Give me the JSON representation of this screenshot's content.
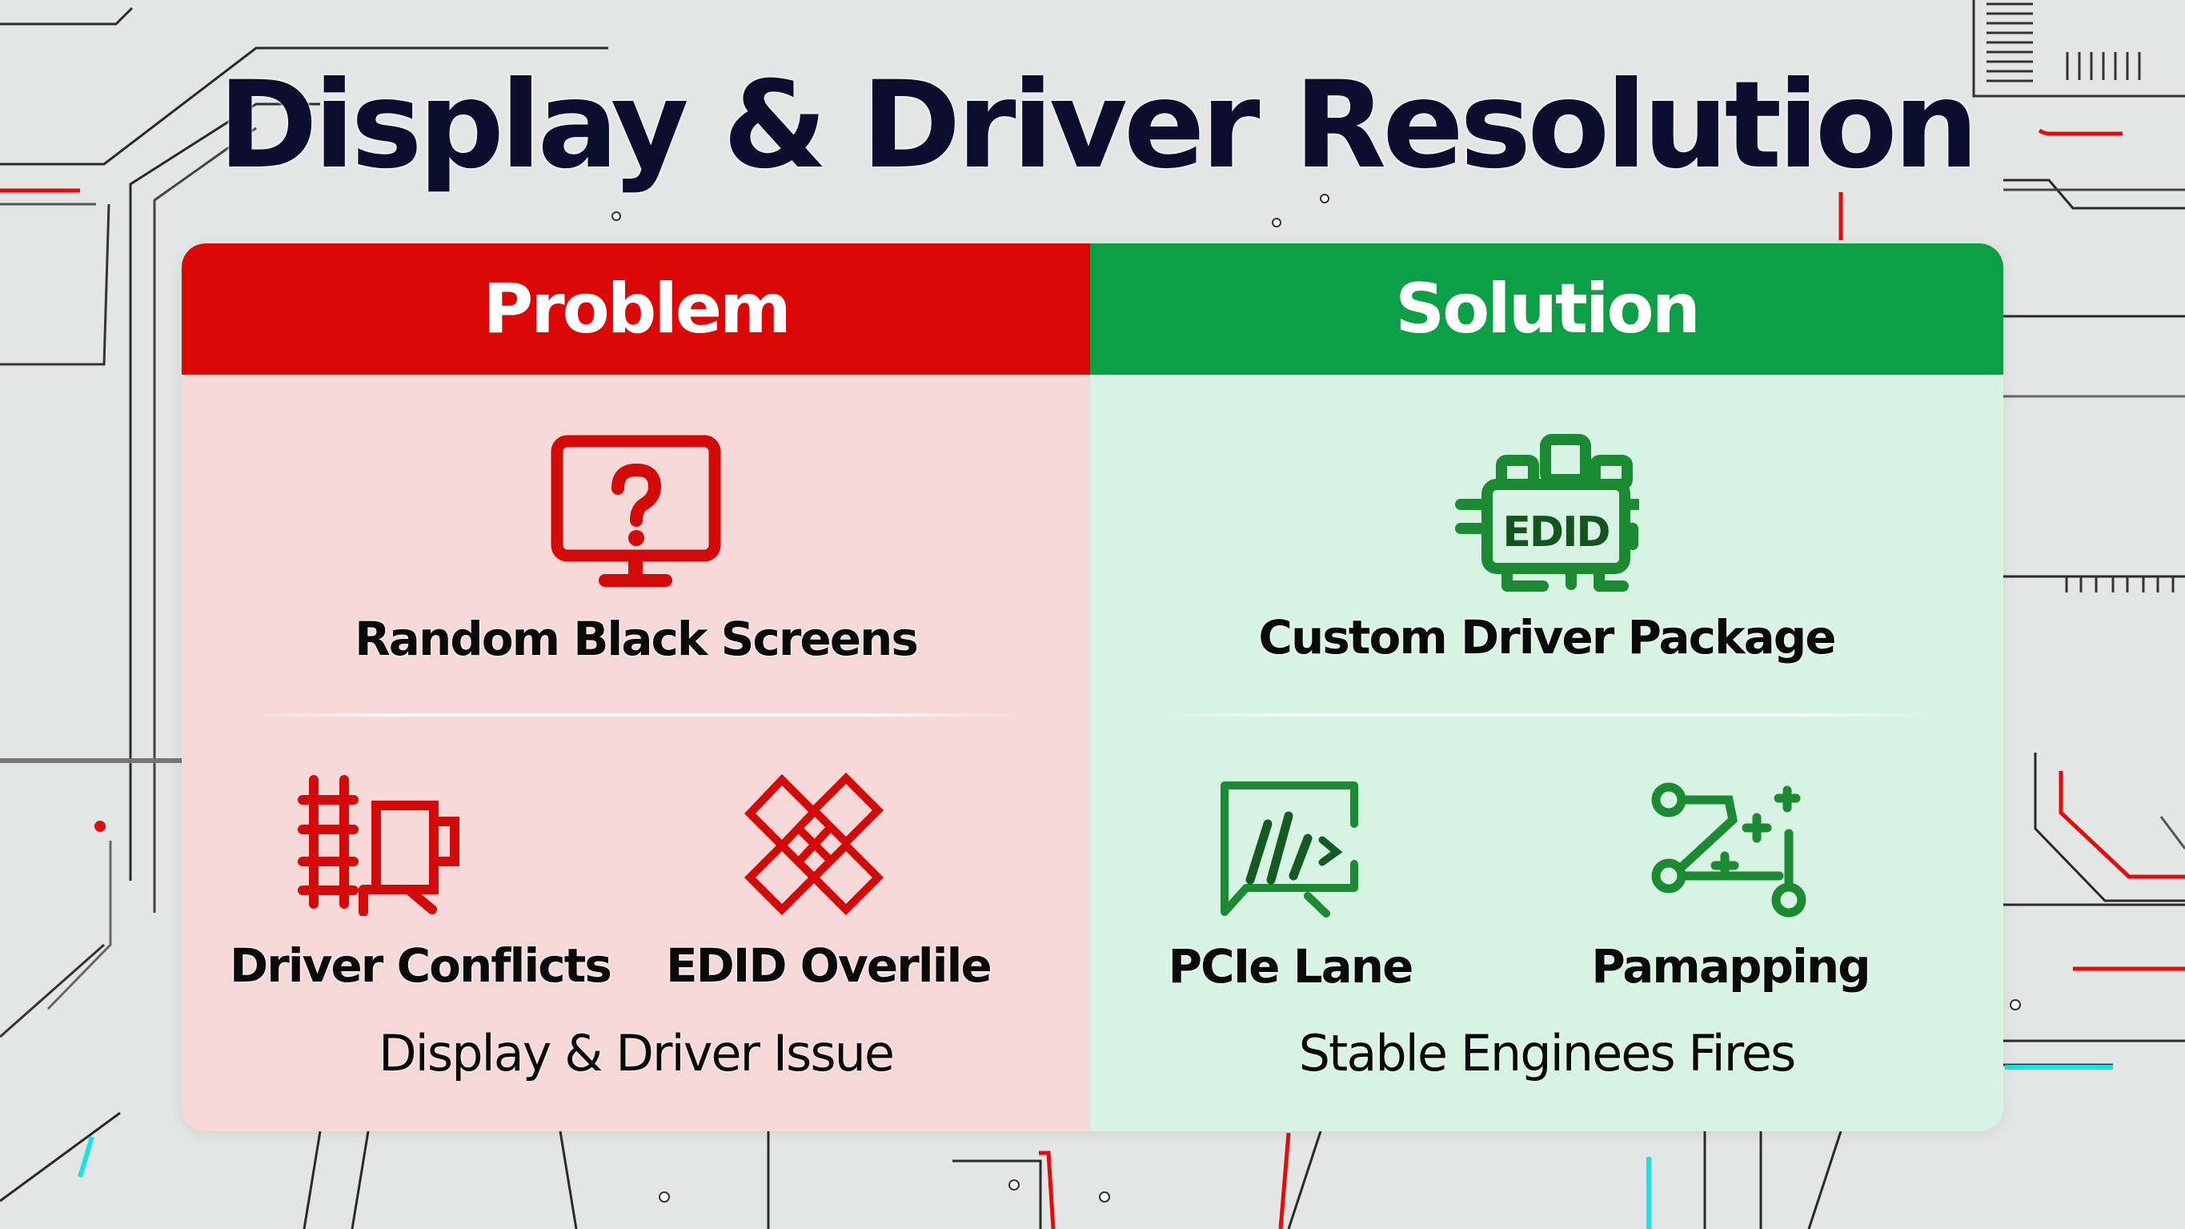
{
  "title": "Display & Driver Resolution",
  "colors": {
    "title": "#0c0e30",
    "problem_header": "#dc0808",
    "problem_body": "#f6d8d8",
    "solution_header": "#0c9f45",
    "solution_body": "#d7f3e3",
    "problem_icon": "#d20a0a",
    "solution_icon": "#1b8a32"
  },
  "problem": {
    "header": "Problem",
    "main_item": {
      "icon": "monitor-question-icon",
      "label": "Random Black Screens"
    },
    "sub_items": [
      {
        "icon": "driver-conflict-icon",
        "label": "Driver Conflicts"
      },
      {
        "icon": "broken-link-x-icon",
        "label": "EDID Overlile"
      }
    ],
    "footer": "Display & Driver Issue"
  },
  "solution": {
    "header": "Solution",
    "main_item": {
      "icon": "edid-chip-icon",
      "label": "Custom Driver Package",
      "icon_text": "EDID"
    },
    "sub_items": [
      {
        "icon": "code-terminal-icon",
        "label": "PCIe Lane"
      },
      {
        "icon": "node-remap-icon",
        "label": "Pamapping"
      }
    ],
    "footer": "Stable Enginees Fires"
  }
}
